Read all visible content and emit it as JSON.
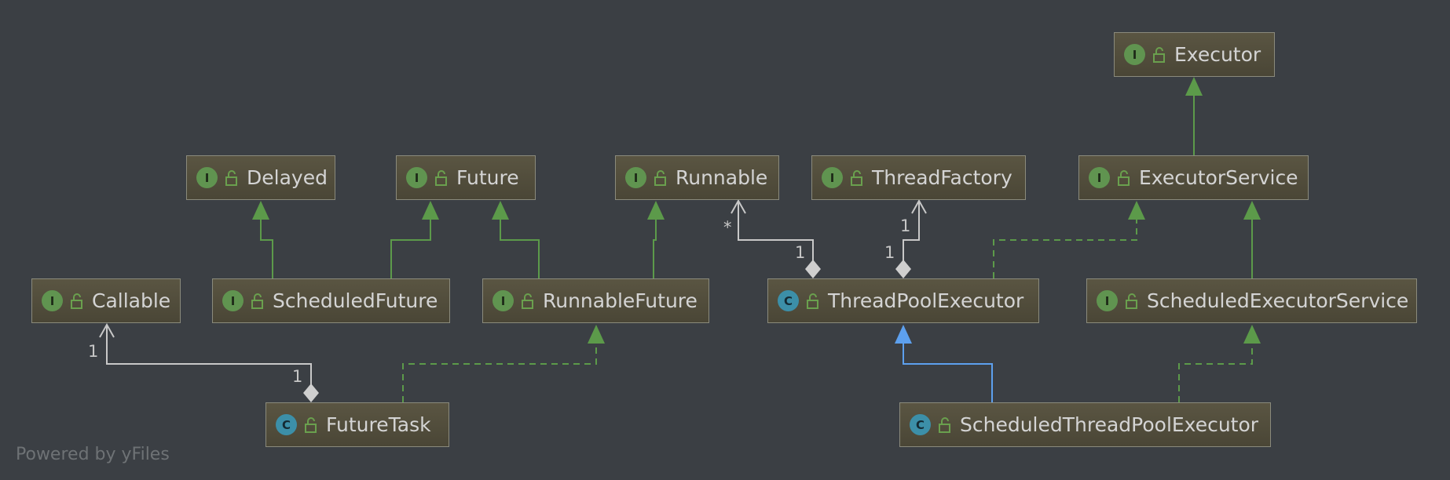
{
  "colors": {
    "background": "#3b3f44",
    "interface_badge": "#609450",
    "class_badge": "#3c8fa8",
    "extends_arrow": "#5c9a4a",
    "class_extends_arrow": "#5da0ee",
    "aggregation": "#c8c8c8"
  },
  "nodes": {
    "executor": {
      "label": "Executor",
      "kind": "interface",
      "badge": "I"
    },
    "delayed": {
      "label": "Delayed",
      "kind": "interface",
      "badge": "I"
    },
    "future": {
      "label": "Future",
      "kind": "interface",
      "badge": "I"
    },
    "runnable": {
      "label": "Runnable",
      "kind": "interface",
      "badge": "I"
    },
    "threadfactory": {
      "label": "ThreadFactory",
      "kind": "interface",
      "badge": "I"
    },
    "executorservice": {
      "label": "ExecutorService",
      "kind": "interface",
      "badge": "I"
    },
    "callable": {
      "label": "Callable",
      "kind": "interface",
      "badge": "I"
    },
    "scheduledfuture": {
      "label": "ScheduledFuture",
      "kind": "interface",
      "badge": "I"
    },
    "runnablefuture": {
      "label": "RunnableFuture",
      "kind": "interface",
      "badge": "I"
    },
    "threadpoolexecutor": {
      "label": "ThreadPoolExecutor",
      "kind": "class",
      "badge": "C"
    },
    "scheduledexecutorservice": {
      "label": "ScheduledExecutorService",
      "kind": "interface",
      "badge": "I"
    },
    "futuretask": {
      "label": "FutureTask",
      "kind": "class",
      "badge": "C"
    },
    "scheduledthreadpoolexecutor": {
      "label": "ScheduledThreadPoolExecutor",
      "kind": "class",
      "badge": "C"
    }
  },
  "relations": [
    {
      "from": "executorservice",
      "to": "executor",
      "type": "extends"
    },
    {
      "from": "scheduledfuture",
      "to": "delayed",
      "type": "extends"
    },
    {
      "from": "scheduledfuture",
      "to": "future",
      "type": "extends"
    },
    {
      "from": "runnablefuture",
      "to": "future",
      "type": "extends"
    },
    {
      "from": "runnablefuture",
      "to": "runnable",
      "type": "extends"
    },
    {
      "from": "scheduledexecutorservice",
      "to": "executorservice",
      "type": "extends"
    },
    {
      "from": "threadpoolexecutor",
      "to": "executorservice",
      "type": "implements"
    },
    {
      "from": "futuretask",
      "to": "runnablefuture",
      "type": "implements"
    },
    {
      "from": "scheduledthreadpoolexecutor",
      "to": "scheduledexecutorservice",
      "type": "implements"
    },
    {
      "from": "scheduledthreadpoolexecutor",
      "to": "threadpoolexecutor",
      "type": "class-extends"
    },
    {
      "from": "threadpoolexecutor",
      "to": "runnable",
      "type": "aggregation",
      "source_mult": "1",
      "target_mult": "*"
    },
    {
      "from": "threadpoolexecutor",
      "to": "threadfactory",
      "type": "aggregation",
      "source_mult": "1",
      "target_mult": "1"
    },
    {
      "from": "futuretask",
      "to": "callable",
      "type": "aggregation",
      "source_mult": "1",
      "target_mult": "1"
    }
  ],
  "footer": "Powered by yFiles"
}
